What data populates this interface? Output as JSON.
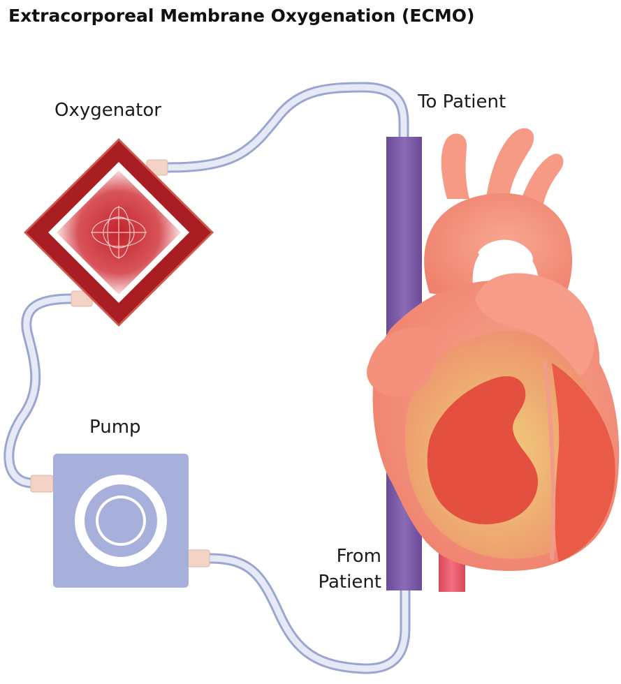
{
  "title": "Extracorporeal Membrane Oxygenation (ECMO)",
  "labels": {
    "oxygenator": "Oxygenator",
    "pump": "Pump",
    "to_patient": "To Patient",
    "from_patient_line1": "From",
    "from_patient_line2": "Patient"
  },
  "colors": {
    "tube": "#c9d2ec",
    "connector": "#f2d3c6",
    "oxygenator_dark": "#a91e22",
    "oxygenator_mid": "#c2262d",
    "pump_body": "#a6b0db",
    "vein": "#7b5aa6",
    "artery": "#e05a6a",
    "heart": "#f5927f",
    "heart_inner": "#e45b48",
    "heart_highlight": "#f2cc7a"
  },
  "icons": [
    "oxygenator-membrane-icon",
    "pump-rotor-icon",
    "heart-illustration"
  ]
}
